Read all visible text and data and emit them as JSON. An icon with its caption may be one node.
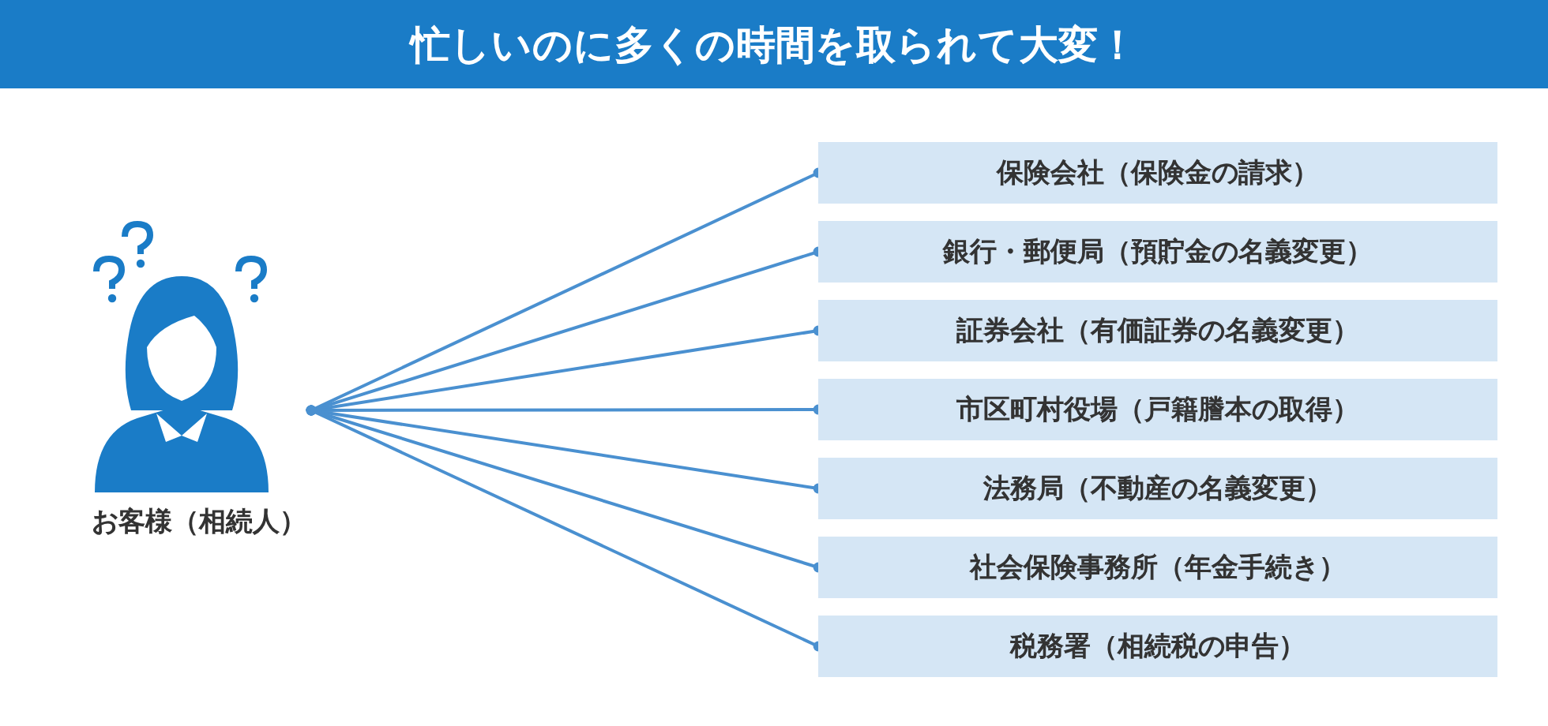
{
  "diagram": {
    "title": "忙しいのに多くの時間を取られて大変！",
    "nodes": [
      {
        "text": [],
        "shape": "person",
        "beside": [
          "お客様（相続人）"
        ]
      },
      {
        "text": [
          "保険会社（保険金の請求）"
        ]
      },
      {
        "text": [
          "銀行・郵便局（預貯金の名義変更）"
        ]
      },
      {
        "text": [
          "証券会社（有価証券の名義変更）"
        ]
      },
      {
        "text": [
          "市区町村役場（戸籍謄本の取得）"
        ]
      },
      {
        "text": [
          "法務局（不動産の名義変更）"
        ]
      },
      {
        "text": [
          "社会保険事務所（年金手続き）"
        ]
      },
      {
        "text": [
          "税務署（相続税の申告）"
        ]
      }
    ],
    "edges": [
      {
        "from": 0,
        "to": 1,
        "arrow": "other"
      },
      {
        "from": 0,
        "to": 2,
        "arrow": "other"
      },
      {
        "from": 0,
        "to": 3,
        "arrow": "other"
      },
      {
        "from": 0,
        "to": 4,
        "arrow": "other"
      },
      {
        "from": 0,
        "to": 5,
        "arrow": "other"
      },
      {
        "from": 0,
        "to": 6,
        "arrow": "other"
      },
      {
        "from": 0,
        "to": 7,
        "arrow": "other"
      }
    ]
  }
}
